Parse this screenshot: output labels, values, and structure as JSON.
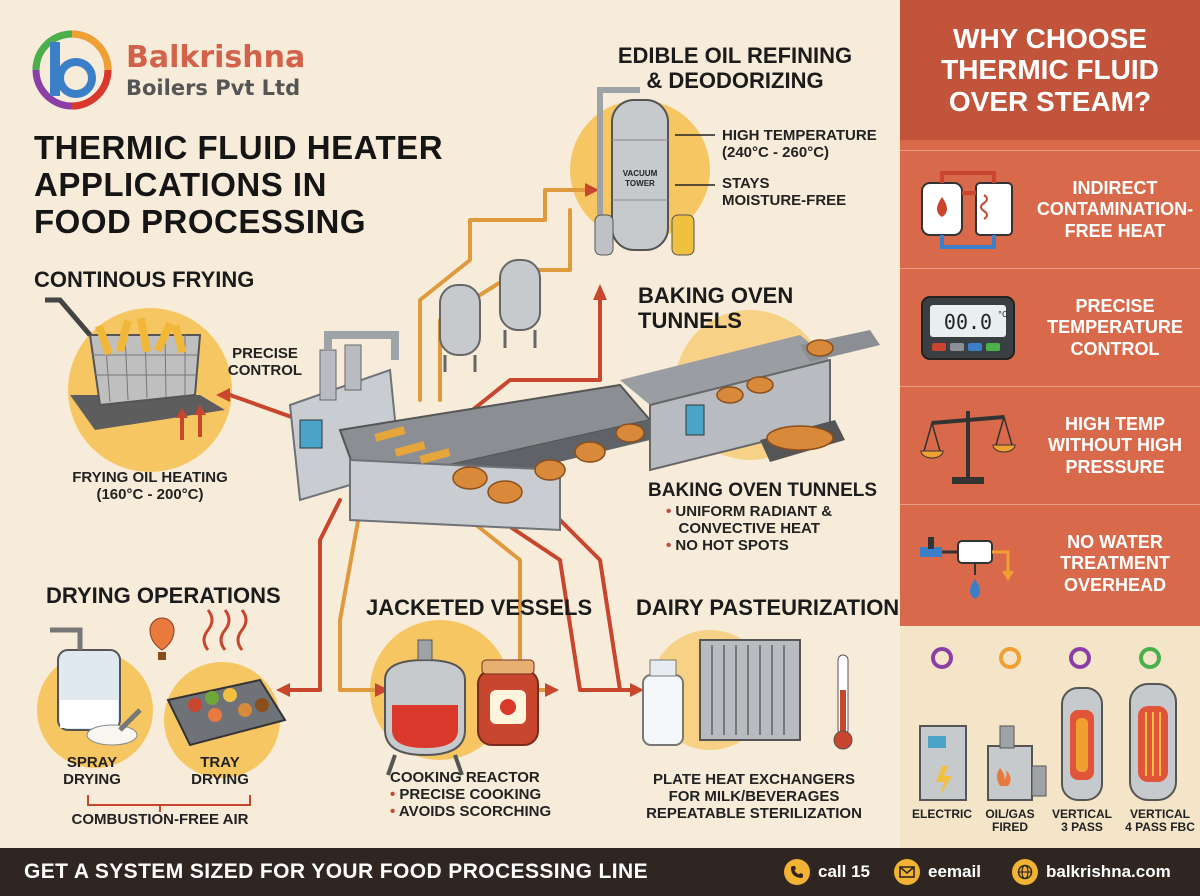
{
  "brand": {
    "name": "Balkrishna",
    "sub": "Boilers Pvt Ltd"
  },
  "title": {
    "line1": "THERMIC FLUID HEATER",
    "line2": "APPLICATIONS IN",
    "line3": "FOOD PROCESSING"
  },
  "frying": {
    "heading": "CONTINOUS FRYING",
    "control_l1": "PRECISE",
    "control_l2": "CONTROL",
    "label_l1": "FRYING OIL HEATING",
    "label_l2": "(160°C - 200°C)"
  },
  "oil": {
    "heading_l1": "EDIBLE OIL REFINING",
    "heading_l2": "& DEODORIZING",
    "tower_l1": "VACUUM",
    "tower_l2": "TOWER",
    "note1_l1": "HIGH TEMPERATURE",
    "note1_l2": "(240°C - 260°C)",
    "note2_l1": "STAYS",
    "note2_l2": "MOISTURE-FREE"
  },
  "baking": {
    "heading_top": "BAKING OVEN TUNNELS",
    "heading": "BAKING OVEN TUNNELS",
    "bullet1_l1": "UNIFORM RADIANT &",
    "bullet1_l2": "CONVECTIVE HEAT",
    "bullet2": "NO HOT SPOTS"
  },
  "drying": {
    "heading": "DRYING OPERATIONS",
    "spray_l1": "SPRAY",
    "spray_l2": "DRYING",
    "tray_l1": "TRAY",
    "tray_l2": "DRYING",
    "footer": "COMBUSTION-FREE AIR"
  },
  "jacketed": {
    "heading": "JACKETED VESSELS",
    "label": "COOKING REACTOR",
    "bullet1": "PRECISE COOKING",
    "bullet2": "AVOIDS SCORCHING"
  },
  "dairy": {
    "heading": "DAIRY PASTEURIZATION",
    "l1": "PLATE HEAT EXCHANGERS",
    "l2": "FOR MILK/BEVERAGES",
    "l3": "REPEATABLE STERILIZATION"
  },
  "why": {
    "l1": "WHY CHOOSE",
    "l2": "THERMIC FLUID",
    "l3": "OVER STEAM?",
    "features": [
      {
        "icon": "heat-exchange-loop-icon",
        "l1": "INDIRECT",
        "l2": "CONTAMINATION-",
        "l3": "FREE HEAT"
      },
      {
        "icon": "digital-thermostat-icon",
        "display": "00.0",
        "unit": "°C",
        "l1": "PRECISE",
        "l2": "TEMPERATURE",
        "l3": "CONTROL"
      },
      {
        "icon": "balance-scale-icon",
        "l1": "HIGH TEMP",
        "l2": "WITHOUT HIGH",
        "l3": "PRESSURE"
      },
      {
        "icon": "water-tap-icon",
        "l1": "NO WATER",
        "l2": "TREATMENT",
        "l3": "OVERHEAD"
      }
    ]
  },
  "heater_types": [
    {
      "l1": "ELECTRIC",
      "l2": ""
    },
    {
      "l1": "OIL/GAS",
      "l2": "FIRED"
    },
    {
      "l1": "VERTICAL",
      "l2": "3 PASS"
    },
    {
      "l1": "VERTICAL",
      "l2": "4 PASS FBC"
    }
  ],
  "footer": {
    "cta": "GET A SYSTEM SIZED FOR YOUR FOOD PROCESSING LINE",
    "call": "call 15",
    "email": "eemail",
    "web": "balkrishna.com"
  },
  "colors": {
    "accent": "#d86a4b",
    "accent_dark": "#c1543a",
    "pipe_orange": "#e09a3e",
    "pipe_red": "#c8452e",
    "highlight": "#f6c04e",
    "background": "#f6ecd9",
    "footer": "#2f2621"
  }
}
